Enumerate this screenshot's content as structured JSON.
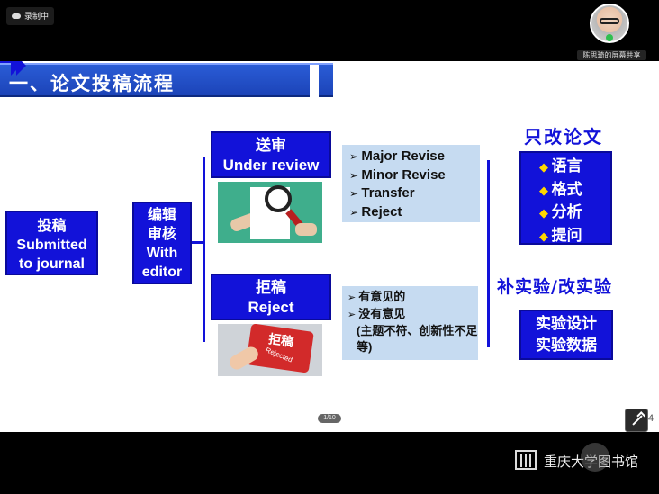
{
  "top_bar": {
    "recording_label": "录制中",
    "presenter_name": "陈思琦的屏幕共享"
  },
  "slide": {
    "title": "一、论文投稿流程",
    "submit_box": {
      "line1": "投稿",
      "line2": "Submitted",
      "line3": "to journal"
    },
    "editor_box": {
      "line1": "编辑",
      "line2": "审核",
      "line3": "With",
      "line4": "editor"
    },
    "review_box": {
      "line1": "送审",
      "line2": "Under review"
    },
    "reject_box": {
      "line1": "拒稿",
      "line2": "Reject"
    },
    "reject_image": {
      "key_text": "拒稿",
      "key_subtext": "Rejected"
    },
    "review_outcomes": [
      "Major Revise",
      "Minor Revise",
      "Transfer",
      "Reject"
    ],
    "reject_reasons": [
      "有意见的",
      "没有意见",
      "(主题不符、创新性不足等)"
    ],
    "heading_revise": "只改论文",
    "revise_items": [
      "语言",
      "格式",
      "分析",
      "提问"
    ],
    "heading_experiment": "补实验/改实验",
    "experiment_box": {
      "line1": "实验设计",
      "line2": "实验数据"
    },
    "page_indicator": "1/10",
    "page_number": "4"
  },
  "bottom_bar": {
    "library_name": "重庆大学图书馆"
  },
  "colors": {
    "box_blue": "#1212d9",
    "note_blue": "#c6dbf1",
    "title_bar": "#1c44b8",
    "bullet_yellow": "#ffd700"
  }
}
